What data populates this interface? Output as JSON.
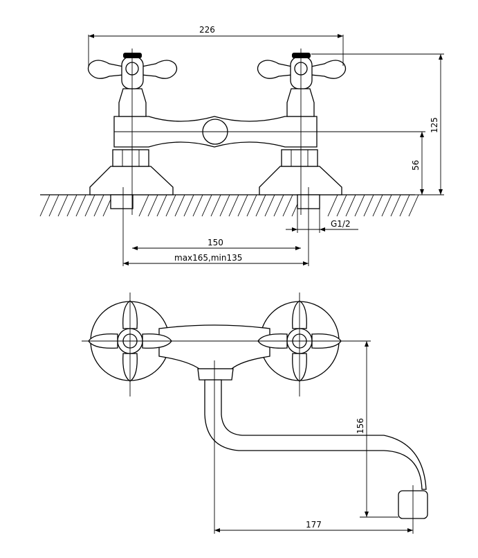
{
  "front_view": {
    "dimensions": {
      "overall_width": "226",
      "handle_height": "125",
      "body_height": "56",
      "thread": "G1/2",
      "centers": "150",
      "center_range": "max165,min135"
    }
  },
  "top_view": {
    "dimensions": {
      "spout_height": "156",
      "spout_reach": "177"
    }
  }
}
